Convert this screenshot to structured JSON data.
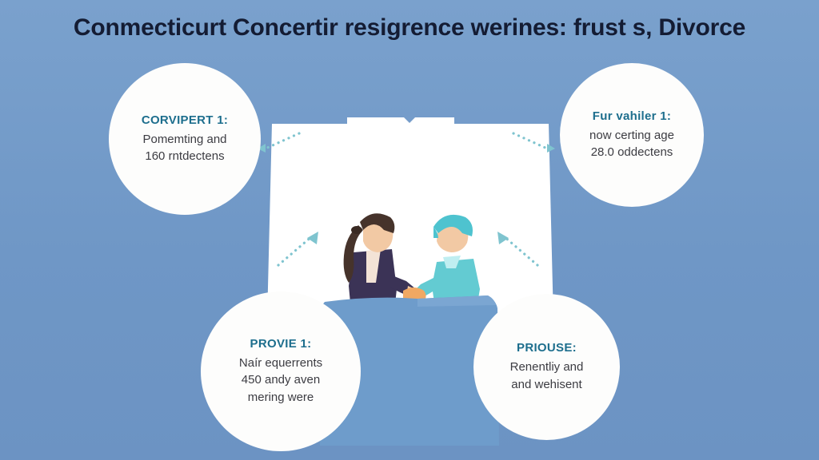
{
  "title": "Conmecticurt Concertir resigrence werines: frust s, Divorce",
  "colors": {
    "background_top": "#7aa1cd",
    "background_bottom": "#6c93c3",
    "title_text": "#141c33",
    "bubble_fill": "#fdfdfc",
    "bubble_heading": "#1d6e8d",
    "bubble_body": "#3c3c42",
    "arrow": "#7fc4cf",
    "document_white": "#ffffff",
    "table_blue": "#6e9ccb",
    "suit_navy": "#3b3356",
    "skirt_dark": "#1e1f33",
    "hair_brown": "#46332b",
    "shirt_teal": "#63cbd2",
    "cap_teal": "#4ec3cf",
    "skin": "#f2c9a4",
    "hand_orange": "#f0a863"
  },
  "bubbles": [
    {
      "id": "top-left",
      "heading": "CORVIPERT 1:",
      "lines": [
        "Pomemting and",
        "160 rntdectens"
      ]
    },
    {
      "id": "top-right",
      "heading": "Fur vahiler 1:",
      "lines": [
        "now certing age",
        "28.0 oddectens"
      ]
    },
    {
      "id": "bottom-left",
      "heading": "PROVIE 1:",
      "lines": [
        "Naír equerrents",
        "450 andy aven",
        "mering were"
      ]
    },
    {
      "id": "bottom-right",
      "heading": "PRIOUSE:",
      "lines": [
        "Renentliy and",
        "and wehisent"
      ]
    }
  ],
  "illustration": {
    "description": "two people shaking hands across a table",
    "figures": [
      "businesswoman-with-ponytail",
      "person-with-teal-cap"
    ]
  }
}
